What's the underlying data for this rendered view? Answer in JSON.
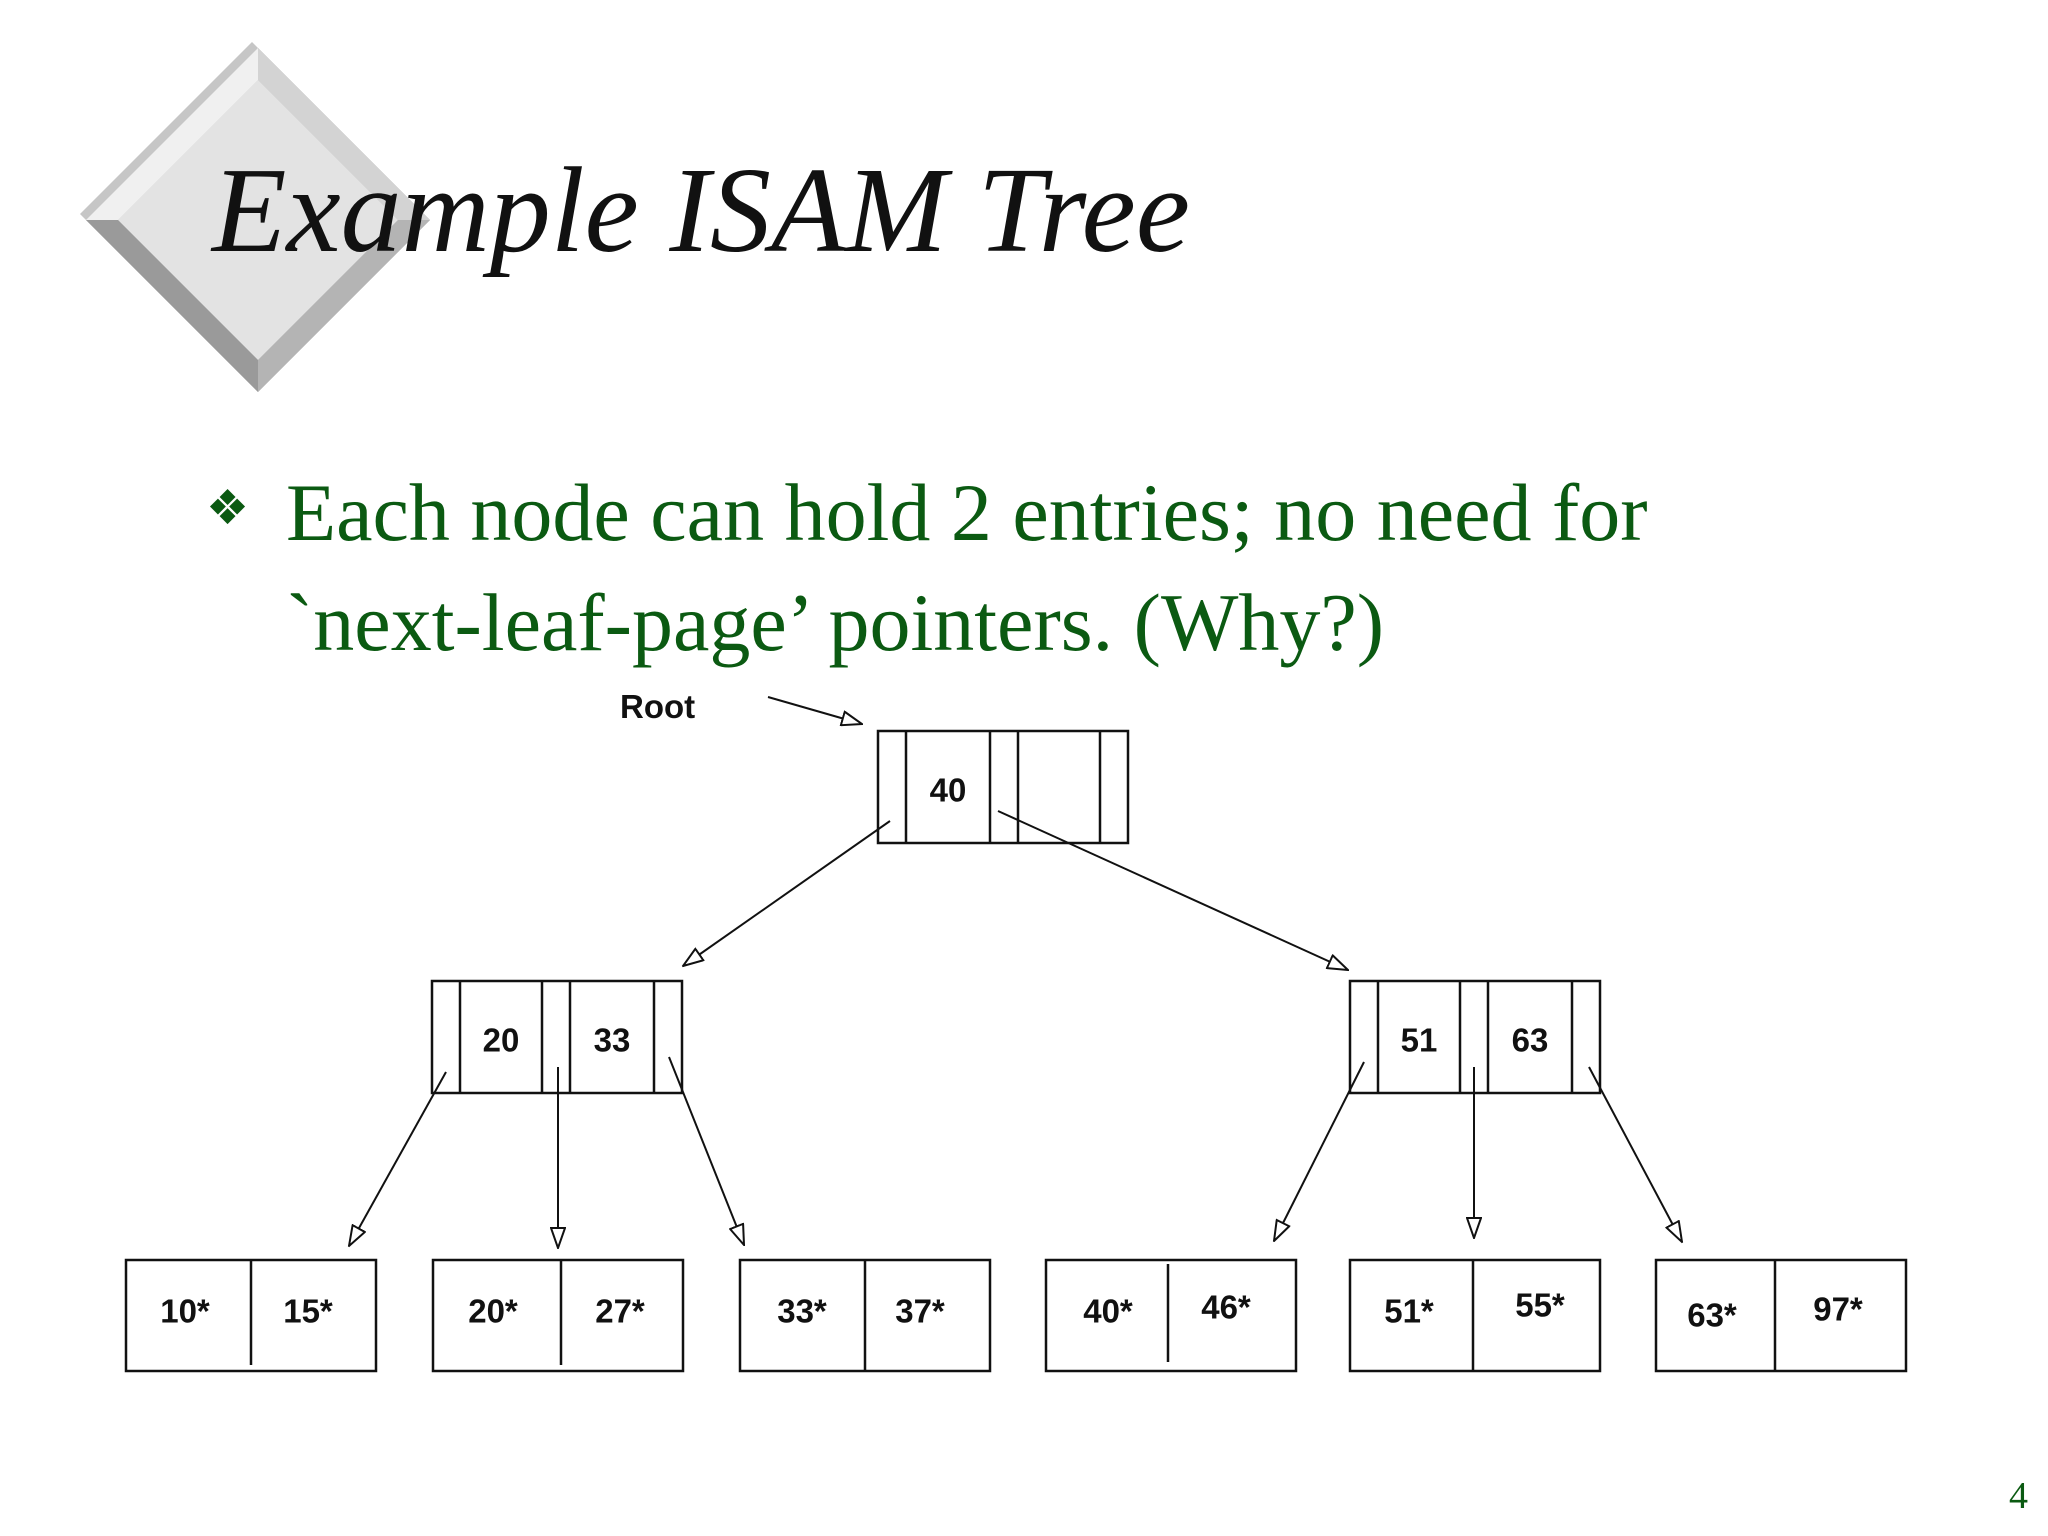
{
  "slide": {
    "title": "Example ISAM Tree",
    "bullet_line_1": "Each node can hold 2 entries; no need for",
    "bullet_line_2": "`next-leaf-page’ pointers.  (Why?)",
    "bullet_symbol": "❖",
    "page_number": "4"
  },
  "diagram": {
    "root_label": "Root",
    "root": {
      "keys": [
        "40",
        ""
      ]
    },
    "internal_left": {
      "keys": [
        "20",
        "33"
      ]
    },
    "internal_right": {
      "keys": [
        "51",
        "63"
      ]
    },
    "leaves": [
      {
        "entries": [
          "10*",
          "15*"
        ]
      },
      {
        "entries": [
          "20*",
          "27*"
        ]
      },
      {
        "entries": [
          "33*",
          "37*"
        ]
      },
      {
        "entries": [
          "40*",
          "46*"
        ]
      },
      {
        "entries": [
          "51*",
          "55*"
        ]
      },
      {
        "entries": [
          "63*",
          "97*"
        ]
      }
    ]
  },
  "colors": {
    "title": "#111111",
    "bullet": "#0b5a12",
    "diamond_light": "#dcdcdc",
    "diamond_dark": "#a9a9a9"
  }
}
